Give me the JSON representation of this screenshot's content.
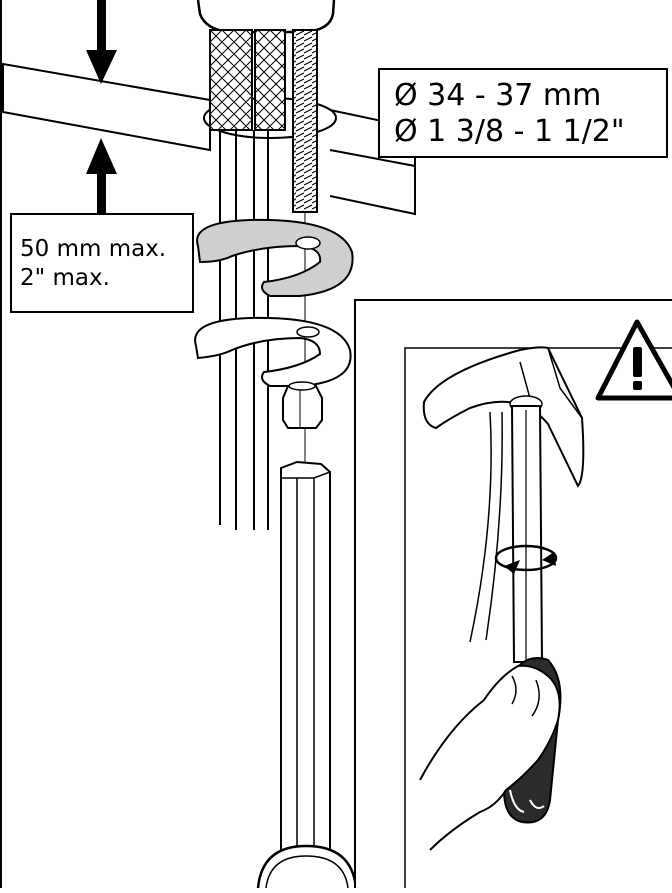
{
  "diameter_callout": {
    "metric": "Ø 34 - 37 mm",
    "imperial": "Ø 1 3/8 - 1 1/2\""
  },
  "thickness_callout": {
    "metric": "50 mm max.",
    "imperial": "2\" max."
  },
  "icons": {
    "warning": "warning-triangle-icon",
    "rotation": "rotate-arrow-icon"
  },
  "colors": {
    "line": "#000000",
    "fill": "#ffffff",
    "washer_fill": "#cfcfcf",
    "handle_fill": "#2b2b2b"
  }
}
